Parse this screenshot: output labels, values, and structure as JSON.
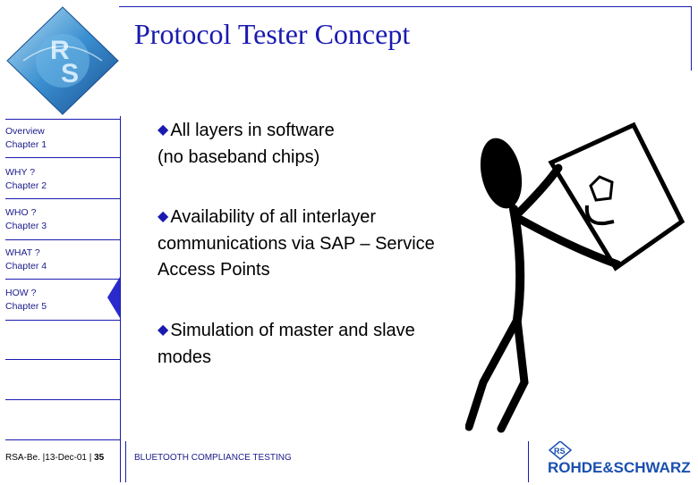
{
  "slide": {
    "title": "Protocol Tester Concept"
  },
  "sidebar": {
    "items": [
      {
        "line1": "Overview",
        "line2": "Chapter 1"
      },
      {
        "line1": "WHY ?",
        "line2": "Chapter 2"
      },
      {
        "line1": "WHO ?",
        "line2": "Chapter 3"
      },
      {
        "line1": "WHAT ?",
        "line2": "Chapter 4"
      },
      {
        "line1": "HOW  ?",
        "line2": "Chapter 5"
      }
    ],
    "active_index": 4
  },
  "bullets": [
    {
      "line1": "All layers in software",
      "line2": "(no baseband chips)"
    },
    {
      "line1": "Availability of all interlayer",
      "line2": "communications via SAP – Service",
      "line3": "Access Points"
    },
    {
      "line1": "Simulation of master and slave",
      "line2": "modes"
    }
  ],
  "footer": {
    "left_text": "RSA-Be. |13-Dec-01 | ",
    "page_number": "35",
    "center_text": "BLUETOOTH COMPLIANCE TESTING",
    "brand": "ROHDE&SCHWARZ",
    "brand_logo_letters": "RS"
  },
  "colors": {
    "accent": "#1a1ab0",
    "logo_blue": "#3a8fd0"
  }
}
